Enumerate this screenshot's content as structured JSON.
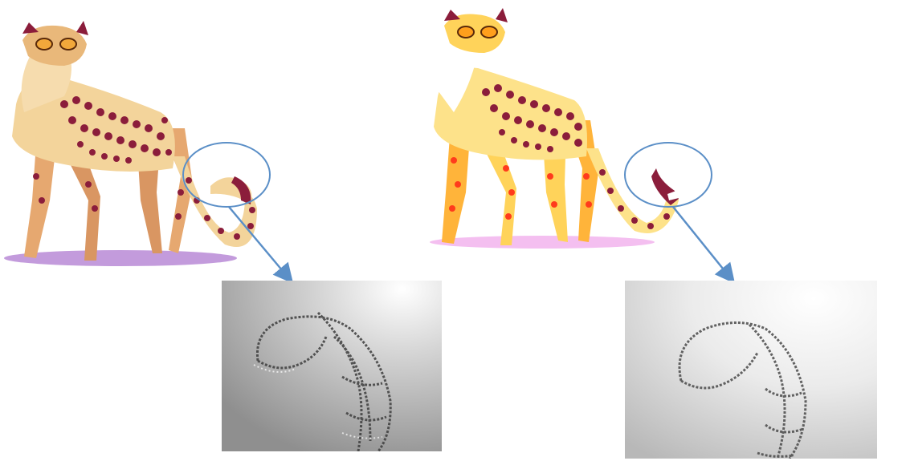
{
  "figure": {
    "background": "#ffffff",
    "colors": {
      "spot": "#8b1d3b",
      "left_coat": "#f3d49b",
      "left_legs": "#e6a870",
      "left_shadow": "#b98ad6",
      "right_coat": "#fde28a",
      "right_legs": "#ffb43a",
      "right_shadow": "#f3b8ee",
      "callout": "#5b8fc7"
    },
    "panels": [
      {
        "id": "left-cheetah",
        "description_icon": "cheetah-illustration-icon",
        "style": "muted"
      },
      {
        "id": "right-cheetah",
        "description_icon": "cheetah-illustration-icon",
        "style": "saturated"
      }
    ],
    "insets": [
      {
        "id": "left-tail-edge-map",
        "description_icon": "tail-edge-map-icon"
      },
      {
        "id": "right-tail-edge-map",
        "description_icon": "tail-edge-map-icon"
      }
    ]
  }
}
